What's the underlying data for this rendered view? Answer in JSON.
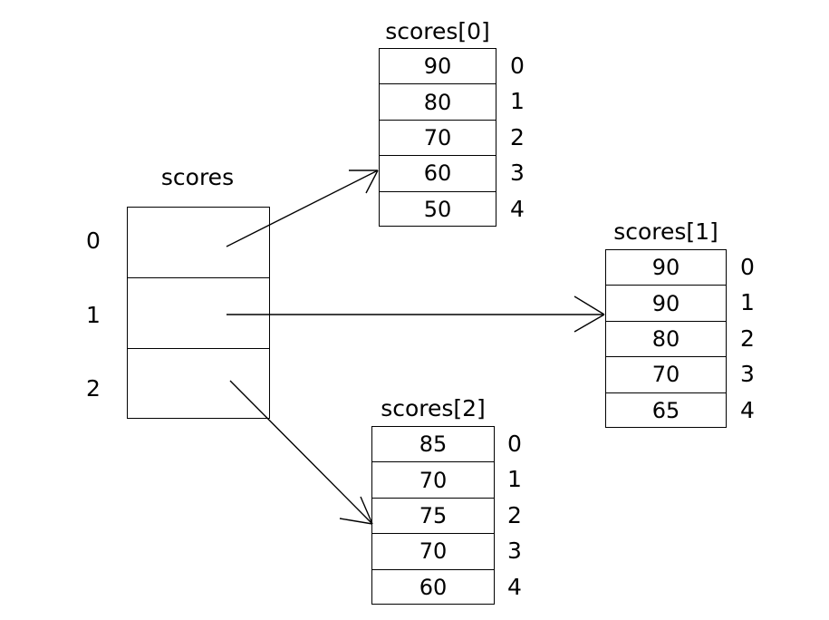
{
  "diagram": {
    "title_main": "scores",
    "type": "array-of-arrays-pointer-diagram",
    "main_array": {
      "label": "scores",
      "indices": [
        "0",
        "1",
        "2"
      ],
      "cells": [
        "",
        "",
        ""
      ]
    },
    "sub_arrays": [
      {
        "label": "scores[0]",
        "indices": [
          "0",
          "1",
          "2",
          "3",
          "4"
        ],
        "values": [
          "90",
          "80",
          "70",
          "60",
          "50"
        ]
      },
      {
        "label": "scores[1]",
        "indices": [
          "0",
          "1",
          "2",
          "3",
          "4"
        ],
        "values": [
          "90",
          "90",
          "80",
          "70",
          "65"
        ]
      },
      {
        "label": "scores[2]",
        "indices": [
          "0",
          "1",
          "2",
          "3",
          "4"
        ],
        "values": [
          "85",
          "70",
          "75",
          "70",
          "60"
        ]
      }
    ],
    "colors": {
      "stroke": "#000000",
      "background": "#ffffff",
      "text": "#000000"
    }
  }
}
